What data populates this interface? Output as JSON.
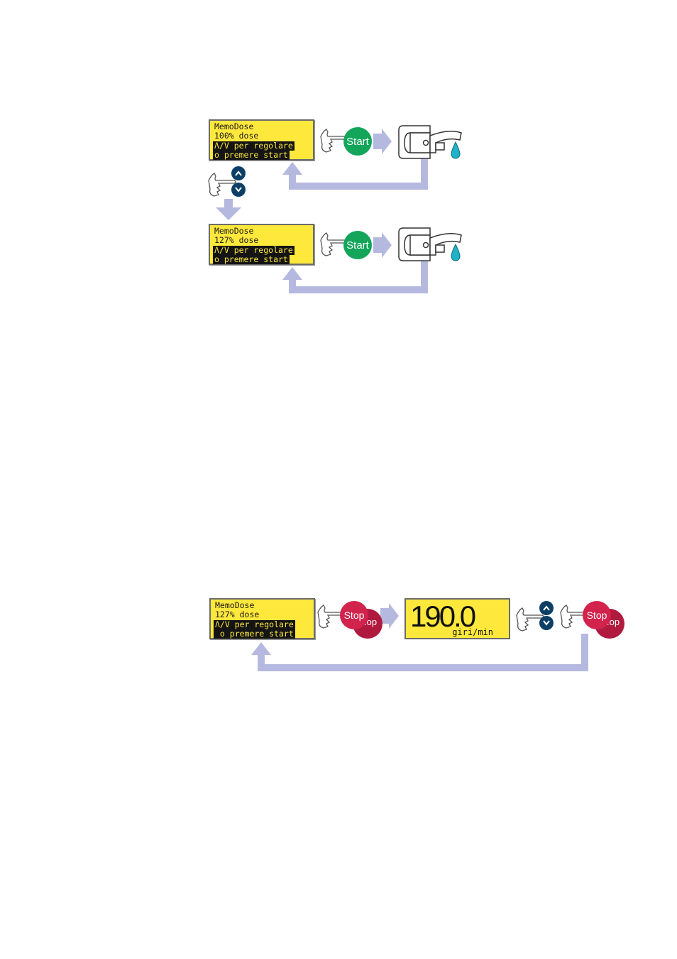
{
  "sequence1": {
    "lcd": {
      "line1": "MemoDose",
      "line2": "100% dose",
      "line3": "Λ/V per regolare",
      "line4": "o premere start"
    },
    "button": "Start"
  },
  "sequence2": {
    "lcd": {
      "line1": "MemoDose",
      "line2": "127% dose",
      "line3": "Λ/V per regolare",
      "line4": "o premere start"
    },
    "button": "Start"
  },
  "sequence3": {
    "lcd": {
      "line1": "MemoDose",
      "line2": "127% dose",
      "line3": "Λ/V per regolare",
      "line4": " o premere start"
    },
    "stop_button": "Stop",
    "stop_suffix": ".op",
    "speed_value": "190.0",
    "speed_unit": "giri/min",
    "stop_button_2": "Stop",
    "stop_suffix_2": ".op"
  },
  "colors": {
    "lcd_yellow": "#ffe83c",
    "start_green": "#13a55a",
    "stop_red": "#d2234c",
    "arrow_lavender": "#b6b9df",
    "nav_blue": "#0d3f66",
    "drop_cyan": "#1fb2c9"
  }
}
